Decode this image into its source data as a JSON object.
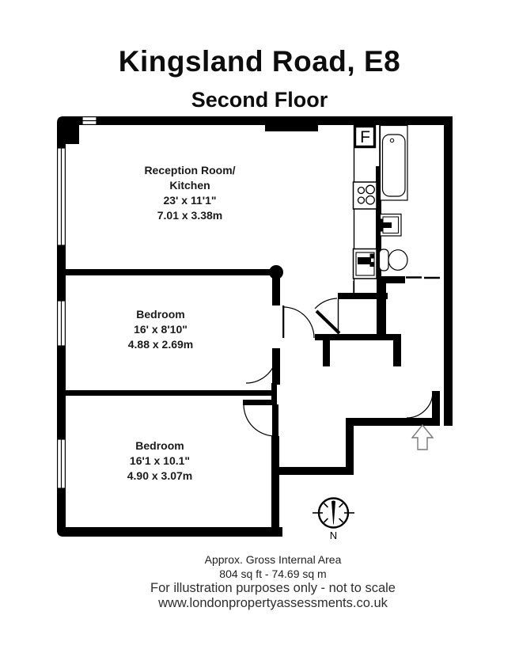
{
  "header": {
    "title": "Kingsland Road, E8",
    "subtitle": "Second Floor"
  },
  "rooms": {
    "reception": {
      "name_line1": "Reception Room/",
      "name_line2": "Kitchen",
      "dims_imperial": "23' x 11'1\"",
      "dims_metric": "7.01 x 3.38m"
    },
    "bedroom1": {
      "name": "Bedroom",
      "dims_imperial": "16' x 8'10\"",
      "dims_metric": "4.88 x 2.69m"
    },
    "bedroom2": {
      "name": "Bedroom",
      "dims_imperial": "16'1 x 10.1\"",
      "dims_metric": "4.90 x 3.07m"
    }
  },
  "plan_labels": {
    "fridge_freezer": "F",
    "compass_north": "N"
  },
  "footer": {
    "area_title": "Approx. Gross Internal Area",
    "area_value": "804 sq ft - 74.69 sq m",
    "disclaimer": "For illustration purposes only - not to scale",
    "website": "www.londonpropertyassessments.co.uk"
  },
  "colors": {
    "wall": "#000000",
    "background": "#ffffff",
    "room_text": "#1a1a1a",
    "footer_text": "#2e2e2e"
  }
}
